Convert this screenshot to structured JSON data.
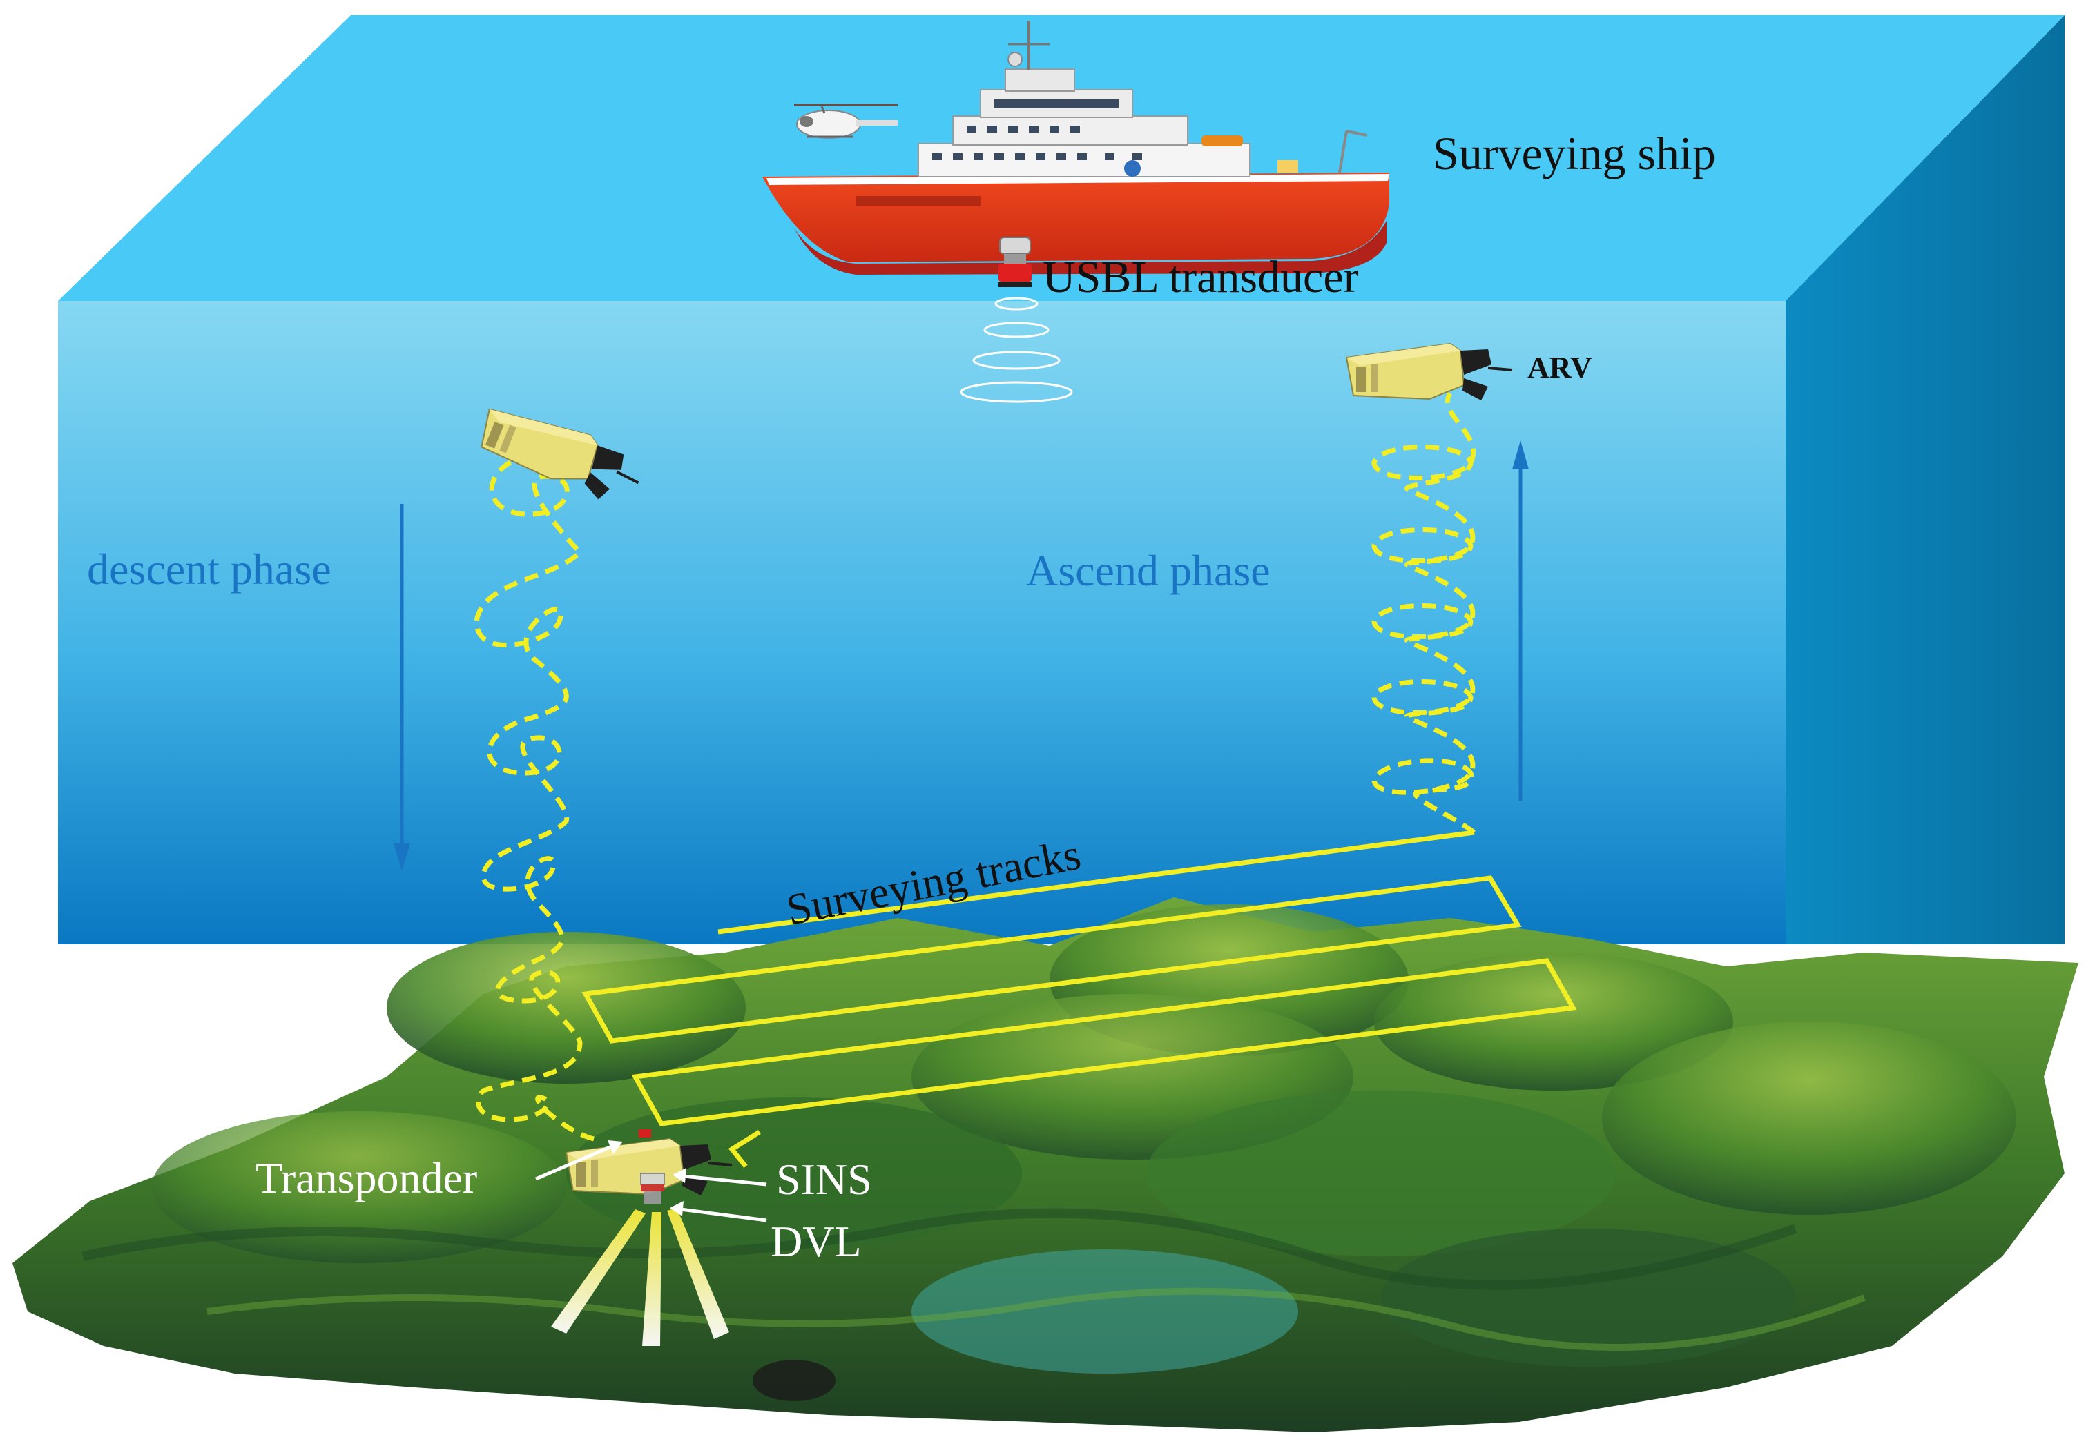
{
  "labels": {
    "surveying_ship": "Surveying ship",
    "usbl_transducer": "USBL transducer",
    "arv": "ARV",
    "descent_phase": "descent phase",
    "ascend_phase": "Ascend phase",
    "surveying_tracks": "Surveying tracks",
    "transponder": "Transponder",
    "sins": "SINS",
    "dvl": "DVL"
  },
  "colors": {
    "water_top": "#49c9f5",
    "water_front_top": "#7fd6f0",
    "water_front_bottom": "#0b7fc8",
    "water_side": "#0a7db4",
    "track_yellow": "#f2ee24",
    "phase_text": "#1a74c4",
    "hull_red": "#e8391c",
    "vehicle_yellow": "#e8df7a",
    "seabed_green": "#4f8a2c"
  },
  "icons": {
    "ship": "survey-ship-icon",
    "helicopter": "helicopter-icon",
    "transducer": "usbl-transducer-icon",
    "vehicle": "arv-vehicle-icon"
  }
}
